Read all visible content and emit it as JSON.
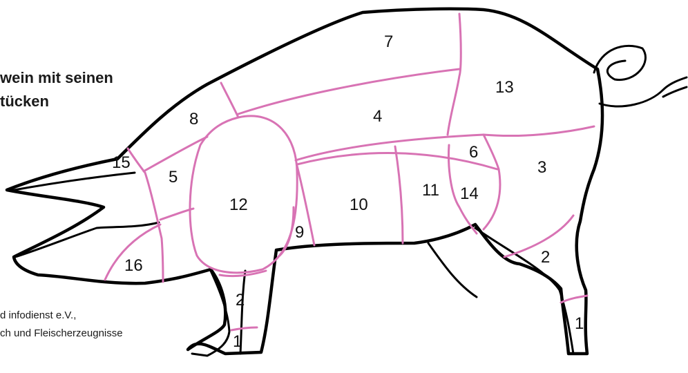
{
  "title": {
    "line1": "wein mit seinen",
    "line2": "tücken"
  },
  "credit": {
    "line1": "d infodienst e.V.,",
    "line2": "ch und Fleischerzeugnisse"
  },
  "colors": {
    "outline": "#000000",
    "seam": "#d873b4",
    "text": "#111111"
  },
  "cuts": [
    {
      "id": "cut-7",
      "number": "7"
    },
    {
      "id": "cut-13",
      "number": "13"
    },
    {
      "id": "cut-4",
      "number": "4"
    },
    {
      "id": "cut-8",
      "number": "8"
    },
    {
      "id": "cut-6",
      "number": "6"
    },
    {
      "id": "cut-3",
      "number": "3"
    },
    {
      "id": "cut-15",
      "number": "15"
    },
    {
      "id": "cut-5",
      "number": "5"
    },
    {
      "id": "cut-12",
      "number": "12"
    },
    {
      "id": "cut-10",
      "number": "10"
    },
    {
      "id": "cut-11",
      "number": "11"
    },
    {
      "id": "cut-14",
      "number": "14"
    },
    {
      "id": "cut-9",
      "number": "9"
    },
    {
      "id": "cut-16",
      "number": "16"
    },
    {
      "id": "cut-2-hind",
      "number": "2"
    },
    {
      "id": "cut-2-front",
      "number": "2"
    },
    {
      "id": "cut-1-hind",
      "number": "1"
    },
    {
      "id": "cut-1-front",
      "number": "1"
    }
  ]
}
